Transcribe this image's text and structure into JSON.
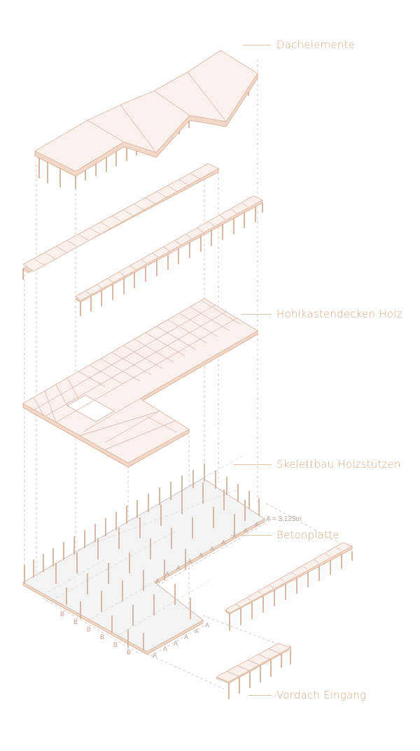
{
  "diagram": {
    "type": "exploded isometric axonometric",
    "accent_color": "#d4aa86",
    "line_color": "#d3b09a",
    "labels": {
      "roof": "Dachelemente",
      "slabs": "Hohlkastendecken Holz",
      "skeleton": "Skelettbau Holzstützen",
      "base": "Betonplatte",
      "canopy": "Vordach Eingang"
    },
    "dimension": {
      "note": "A = 3.125m",
      "a_label": "A",
      "b_label": "B"
    }
  }
}
